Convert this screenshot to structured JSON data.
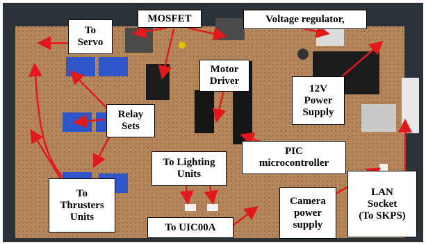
{
  "labels": {
    "to_servo": "To\nServo",
    "mosfet": "MOSFET",
    "voltage_regulator": "Voltage regulator,",
    "motor_driver": "Motor\nDriver",
    "relay_sets": "Relay\nSets",
    "power_supply_12v": "12V\nPower\nSupply",
    "to_lighting_units": "To Lighting\nUnits",
    "pic_microcontroller": "PIC\nmicrocontroller",
    "to_thrusters_units": "To\nThrusters\nUnits",
    "to_uic00a": "To UIC00A",
    "camera_power_supply": "Camera\npower\nsupply",
    "lan_socket": "LAN\nSocket\n(To SKPS)"
  },
  "colors": {
    "pcb_board": "#b5865a",
    "relay_blue": "#2f56c8",
    "heatsink": "#1c1c1c",
    "arrow_red": "#e01a1a",
    "background": "#2b3238"
  }
}
